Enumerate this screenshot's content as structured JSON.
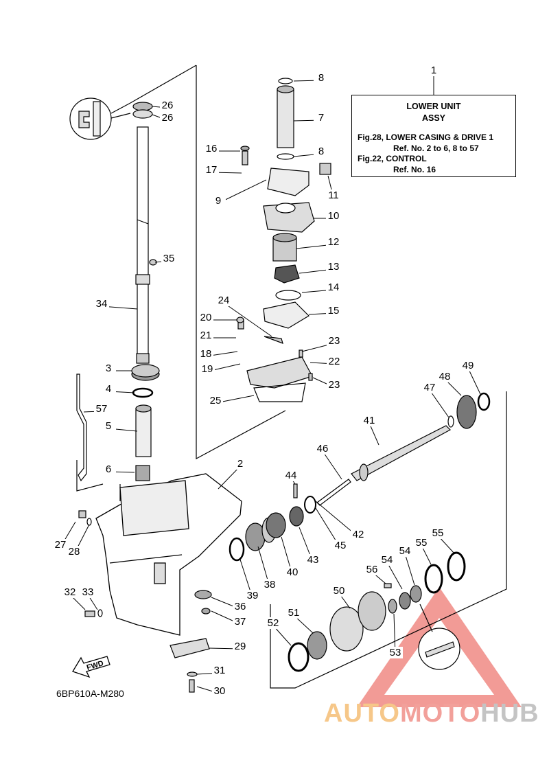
{
  "info_box": {
    "title_line1": "LOWER UNIT",
    "title_line2": "ASSY",
    "ref1": "Fig.28, LOWER CASING & DRIVE 1",
    "ref1_detail": "Ref. No. 2 to 6, 8 to 57",
    "ref2": "Fig.22, CONTROL",
    "ref2_detail": "Ref. No. 16"
  },
  "diagram_code": "6BP610A-M280",
  "fwd_label": "FWD",
  "watermark": {
    "part1": "AUTO",
    "part2": "MOTO",
    "part3": "HUB",
    "colors": {
      "auto": "#f6c789",
      "moto": "#f2a09a",
      "hub": "#c4c4c4",
      "triangle": "#f08a84"
    }
  },
  "callouts": [
    {
      "n": "1"
    },
    {
      "n": "2"
    },
    {
      "n": "3"
    },
    {
      "n": "4"
    },
    {
      "n": "5"
    },
    {
      "n": "6"
    },
    {
      "n": "7"
    },
    {
      "n": "8"
    },
    {
      "n": "8"
    },
    {
      "n": "9"
    },
    {
      "n": "10"
    },
    {
      "n": "11"
    },
    {
      "n": "12"
    },
    {
      "n": "13"
    },
    {
      "n": "14"
    },
    {
      "n": "15"
    },
    {
      "n": "16"
    },
    {
      "n": "17"
    },
    {
      "n": "18"
    },
    {
      "n": "19"
    },
    {
      "n": "20"
    },
    {
      "n": "21"
    },
    {
      "n": "22"
    },
    {
      "n": "23"
    },
    {
      "n": "23"
    },
    {
      "n": "24"
    },
    {
      "n": "25"
    },
    {
      "n": "26"
    },
    {
      "n": "26"
    },
    {
      "n": "27"
    },
    {
      "n": "28"
    },
    {
      "n": "29"
    },
    {
      "n": "30"
    },
    {
      "n": "31"
    },
    {
      "n": "32"
    },
    {
      "n": "33"
    },
    {
      "n": "34"
    },
    {
      "n": "35"
    },
    {
      "n": "36"
    },
    {
      "n": "37"
    },
    {
      "n": "38"
    },
    {
      "n": "39"
    },
    {
      "n": "40"
    },
    {
      "n": "41"
    },
    {
      "n": "42"
    },
    {
      "n": "43"
    },
    {
      "n": "44"
    },
    {
      "n": "45"
    },
    {
      "n": "46"
    },
    {
      "n": "47"
    },
    {
      "n": "48"
    },
    {
      "n": "49"
    },
    {
      "n": "50"
    },
    {
      "n": "51"
    },
    {
      "n": "52"
    },
    {
      "n": "53"
    },
    {
      "n": "54"
    },
    {
      "n": "54"
    },
    {
      "n": "55"
    },
    {
      "n": "55"
    },
    {
      "n": "56"
    },
    {
      "n": "57"
    }
  ]
}
